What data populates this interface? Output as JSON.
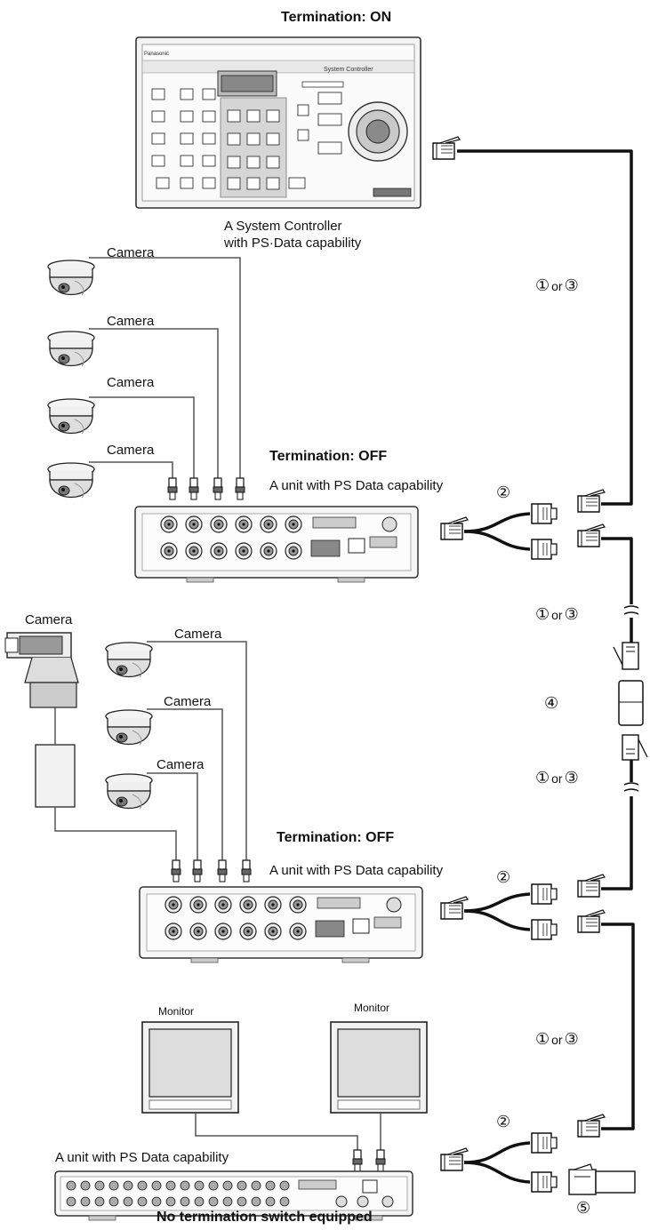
{
  "labels": {
    "termination_on": "Termination: ON",
    "termination_off_1": "Termination: OFF",
    "termination_off_2": "Termination: OFF",
    "no_termination": "No termination switch equipped",
    "controller_line1": "A System Controller",
    "controller_line2": "with PS·Data capability",
    "unit1": "A unit with PS Data capability",
    "unit2": "A unit with PS Data capability",
    "unit3": "A unit with PS Data capability",
    "controller_brand": "Panasonic",
    "controller_model": "System Controller",
    "camera": "Camera",
    "monitor": "Monitor"
  },
  "cable_labels": {
    "one": "①",
    "two": "②",
    "three": "③",
    "four": "④",
    "five": "⑤",
    "or": "or"
  }
}
